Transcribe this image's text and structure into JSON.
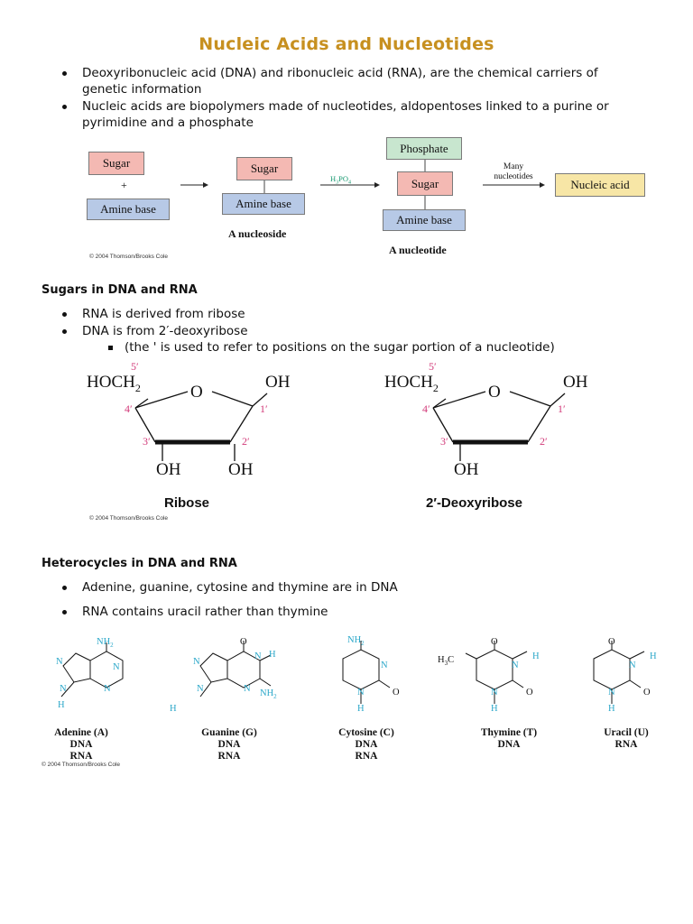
{
  "title": "Nucleic Acids and Nucleotides",
  "intro_bullets": [
    {
      "line1": "Deoxyribonucleic acid (DNA) and ribonucleic acid (RNA), are the chemical carriers of",
      "line2": "genetic information"
    },
    {
      "line1": "Nucleic acids are biopolymers made of nucleotides, aldopentoses linked to a purine or",
      "line2": "pyrimidine and a phosphate"
    }
  ],
  "nucleotide_figure": {
    "sugar": "Sugar",
    "plus": "+",
    "amine_base": "Amine base",
    "nucleoside_caption": "A nucleoside",
    "h3po4_label": "H3PO4",
    "phosphate": "Phosphate",
    "nucleotide_caption": "A nucleotide",
    "many_nucleotides": "Many nucleotides",
    "nucleic_acid": "Nucleic acid",
    "copyright": "© 2004 Thomson/Brooks Cole"
  },
  "sugars_section": {
    "heading": "Sugars in DNA and RNA",
    "bullets": [
      "RNA is derived from ribose",
      "DNA is from 2′-deoxyribose"
    ],
    "sub_bullet": "(the ' is used to refer to positions on the sugar portion of a nucleotide)"
  },
  "sugar_figure": {
    "hoch2": "HOCH",
    "sub2": "2",
    "o": "O",
    "oh": "OH",
    "pos5": "5′",
    "pos4": "4′",
    "pos3": "3′",
    "pos2": "2′",
    "pos1": "1′",
    "ribose_caption": "Ribose",
    "deoxyribose_caption": "2′-Deoxyribose",
    "copyright": "© 2004 Thomson/Brooks Cole"
  },
  "heterocycles_section": {
    "heading": "Heterocycles in DNA and RNA",
    "bullets": [
      "Adenine, guanine, cytosine and thymine are in DNA",
      "RNA contains uracil rather than thymine"
    ]
  },
  "bases_figure": {
    "atoms": {
      "N": "N",
      "H": "H",
      "O": "O",
      "NH2": "NH",
      "sub2": "2",
      "H3C": "H",
      "sub3": "3",
      "C": "C"
    },
    "bases": [
      {
        "name": "Adenine (A)",
        "l1": "DNA",
        "l2": "RNA"
      },
      {
        "name": "Guanine (G)",
        "l1": "DNA",
        "l2": "RNA"
      },
      {
        "name": "Cytosine (C)",
        "l1": "DNA",
        "l2": "RNA"
      },
      {
        "name": "Thymine (T)",
        "l1": "DNA",
        "l2": ""
      },
      {
        "name": "Uracil (U)",
        "l1": "RNA",
        "l2": ""
      }
    ],
    "copyright": "© 2004 Thomson/Brooks Cole"
  },
  "colors": {
    "title": "#c79020",
    "pink_box": "#f4b9b3",
    "blue_box": "#b7c9e6",
    "green_box": "#c8e6cf",
    "yellow_box": "#f7e6a6",
    "position_label": "#d23b7a",
    "heteroatom": "#2aa7c9"
  }
}
